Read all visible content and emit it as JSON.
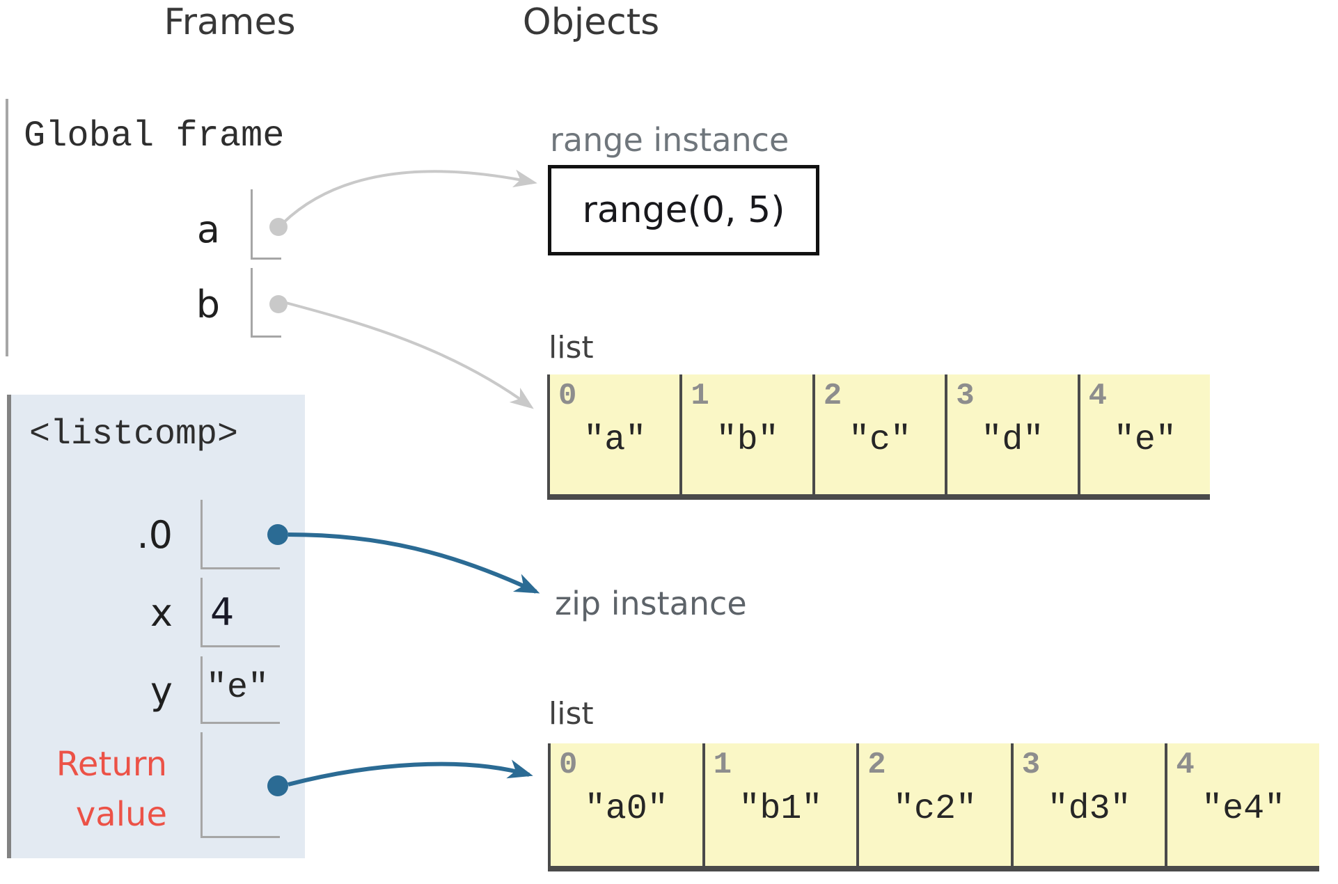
{
  "headers": {
    "frames": "Frames",
    "objects": "Objects"
  },
  "frames": [
    {
      "name": "Global frame",
      "vars": [
        {
          "label": "a",
          "value": "",
          "points_to": "range instance"
        },
        {
          "label": "b",
          "value": "",
          "points_to": "list (top)"
        }
      ]
    },
    {
      "name": "<listcomp>",
      "vars": [
        {
          "label": ".0",
          "value": "",
          "points_to": "zip instance"
        },
        {
          "label": "x",
          "value": "4"
        },
        {
          "label": "y",
          "value": "\"e\""
        },
        {
          "label": "Return value",
          "value": "",
          "points_to": "list (bottom)"
        }
      ]
    }
  ],
  "objects": [
    {
      "label": "range instance",
      "text": "range(0, 5)"
    },
    {
      "label": "list",
      "cells": [
        {
          "index": "0",
          "value": "\"a\""
        },
        {
          "index": "1",
          "value": "\"b\""
        },
        {
          "index": "2",
          "value": "\"c\""
        },
        {
          "index": "3",
          "value": "\"d\""
        },
        {
          "index": "4",
          "value": "\"e\""
        }
      ]
    },
    {
      "label": "zip instance"
    },
    {
      "label": "list",
      "cells": [
        {
          "index": "0",
          "value": "\"a0\""
        },
        {
          "index": "1",
          "value": "\"b1\""
        },
        {
          "index": "2",
          "value": "\"c2\""
        },
        {
          "index": "3",
          "value": "\"d3\""
        },
        {
          "index": "4",
          "value": "\"e4\""
        }
      ]
    }
  ],
  "colors": {
    "frame_highlight_bg": "#e3eaf2",
    "frame_border": "#828282",
    "global_rule": "#a6a6a6",
    "slot_border": "#a6a6a6",
    "gray_pointer": "#c9c9c9",
    "blue_pointer": "#2b6b94",
    "return_label_red": "#ec5247",
    "list_cell_bg": "#faf7c6",
    "list_cell_border": "#4a4a4a",
    "index_gray": "#8d8d8d",
    "type_label_gray": "#6f767c",
    "text_dark": "#262626"
  }
}
